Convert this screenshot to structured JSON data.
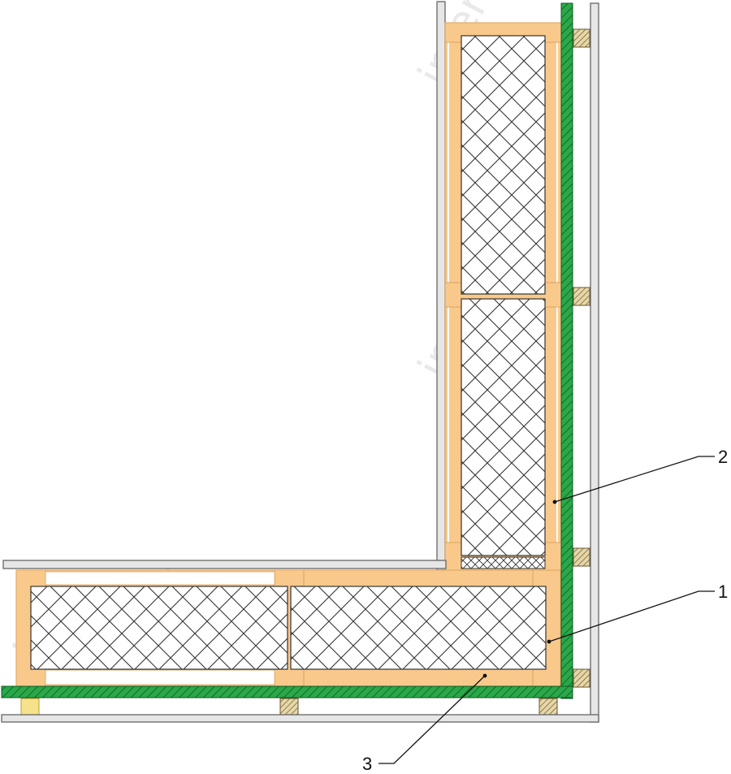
{
  "colors": {
    "background": "#ffffff",
    "timber": "#f9c98c",
    "timber_stroke": "#d9a25e",
    "insulation_fill": "#ffffff",
    "insulation_hatch": "#333333",
    "membrane": "#2aa84a",
    "membrane_hatch": "#0d5a1f",
    "board": "#e6e6e6",
    "board_stroke": "#666666",
    "batten": "#e6d7a8",
    "batten_hatch": "#6b5530",
    "spacer": "#f6e28a",
    "leader": "#111111"
  },
  "callouts": [
    {
      "id": "c2",
      "label": "2"
    },
    {
      "id": "c1",
      "label": "1"
    },
    {
      "id": "c3",
      "label": "3"
    }
  ],
  "watermark": "interCity"
}
